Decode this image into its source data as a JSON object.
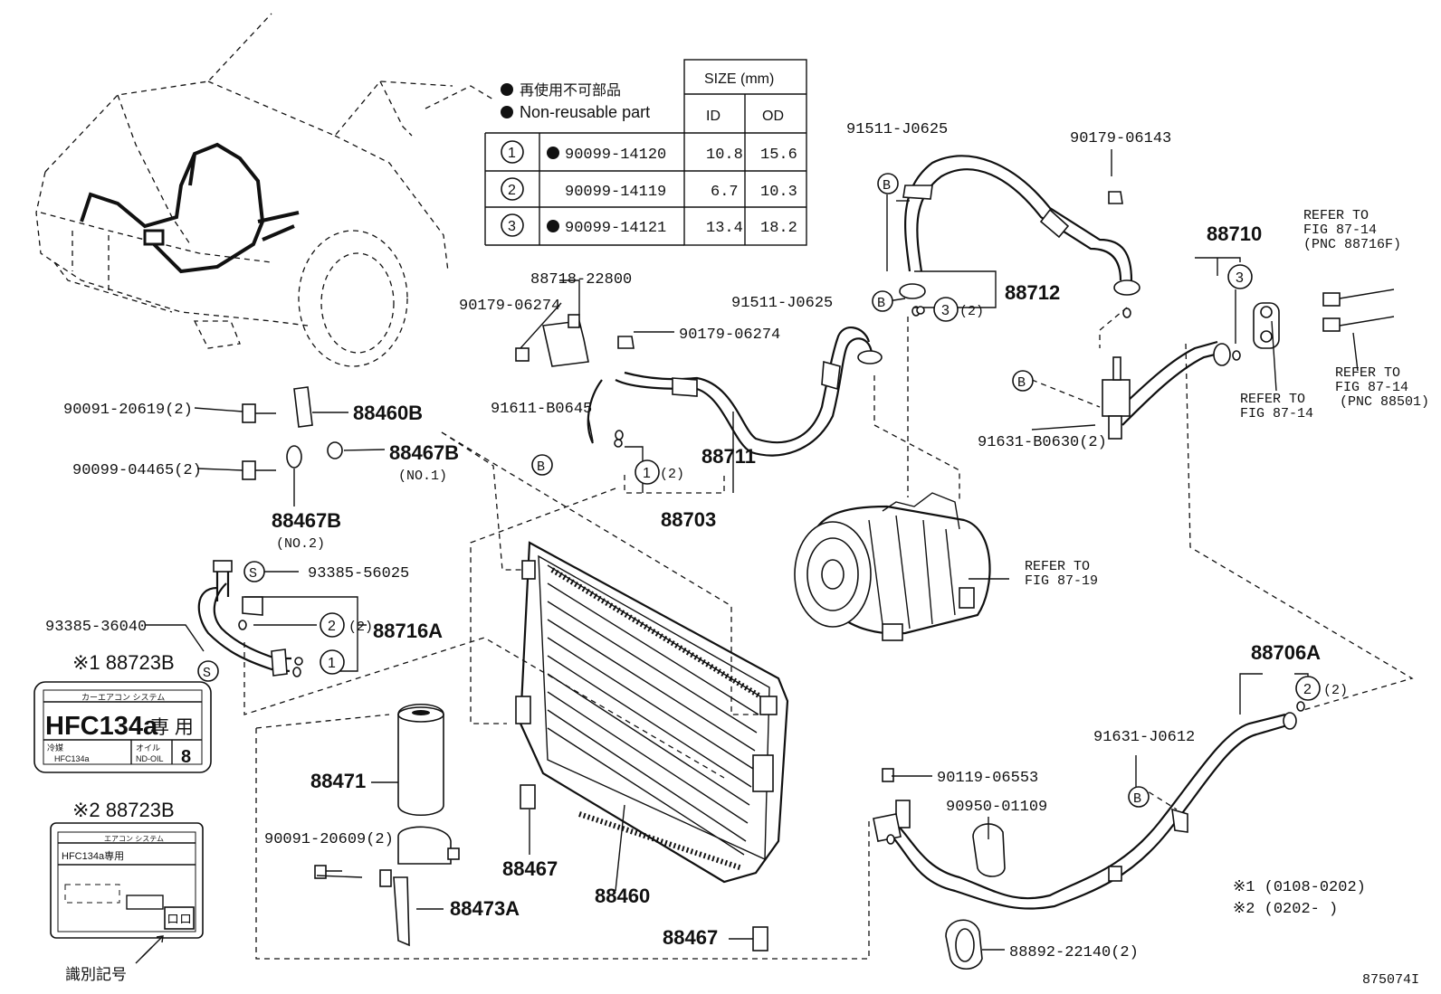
{
  "legend": {
    "nonreusable_jp": "再使用不可部品",
    "nonreusable_en": "Non-reusable part",
    "size_header": "SIZE (mm)",
    "col_id": "ID",
    "col_od": "OD",
    "rows": [
      {
        "mark": "1",
        "part": "90099-14120",
        "nonreusable": true,
        "id": "10.8",
        "od": "15.6"
      },
      {
        "mark": "2",
        "part": "90099-14119",
        "nonreusable": false,
        "id": "6.7",
        "od": "10.3"
      },
      {
        "mark": "3",
        "part": "90099-14121",
        "nonreusable": true,
        "id": "13.4",
        "od": "18.2"
      }
    ]
  },
  "labels": {
    "p88718": "88718-22800",
    "p90179a": "90179-06274",
    "p90179b": "90179-06274",
    "p91611": "91611-B0645",
    "p91511a": "91511-J0625",
    "p91511b": "91511-J0625",
    "p90179c": "90179-06143",
    "p88712": "88712",
    "p88711": "88711",
    "p88703": "88703",
    "p88710": "88710",
    "p91631a": "91631-B0630(2)",
    "refer1_a": "REFER TO",
    "refer1_b": "FIG 87-14",
    "refer1_c": "(PNC 88716F)",
    "refer2_a": "REFER TO",
    "refer2_b": "FIG 87-14",
    "refer2_c": "(PNC 88501)",
    "refer3_a": "REFER TO",
    "refer3_b": "FIG 87-14",
    "refer4_a": "REFER TO",
    "refer4_b": "FIG 87-19",
    "p90091a": "90091-20619(2)",
    "p88460B": "88460B",
    "p90099": "90099-04465(2)",
    "p88467B1": "88467B",
    "p88467B1_sub": "(NO.1)",
    "p88467B2": "88467B",
    "p88467B2_sub": "(NO.2)",
    "p93385a": "93385-56025",
    "p93385b": "93385-36040",
    "p88716A": "88716A",
    "p88723B1": "※1 88723B",
    "p88723B2": "※2 88723B",
    "p88471": "88471",
    "p90091b": "90091-20609(2)",
    "p88467": "88467",
    "p88467b": "88467",
    "p88460": "88460",
    "p88473A": "88473A",
    "p90119": "90119-06553",
    "p90950": "90950-01109",
    "p91631b": "91631-J0612",
    "p88706A": "88706A",
    "p88892": "88892-22140(2)",
    "qty2": "(2)",
    "note1": "※1 (0108-0202)",
    "note2": "※2 (0202-        )",
    "id_mark": "識別記号",
    "fig_no": "875074I",
    "b": "B",
    "s": "S"
  },
  "stickers": {
    "s1_header": "カーエアコン システム",
    "s1_main": "HFC134a",
    "s1_kanji": "専 用",
    "s1_r1l": "冷媒",
    "s1_r1m": "オイル",
    "s1_r2l": "HFC134a",
    "s1_r2m": "ND-OIL",
    "s1_num": "8",
    "s2_header": "エアコン システム",
    "s2_main": "HFC134a専用",
    "s2_box": "ロロ"
  }
}
